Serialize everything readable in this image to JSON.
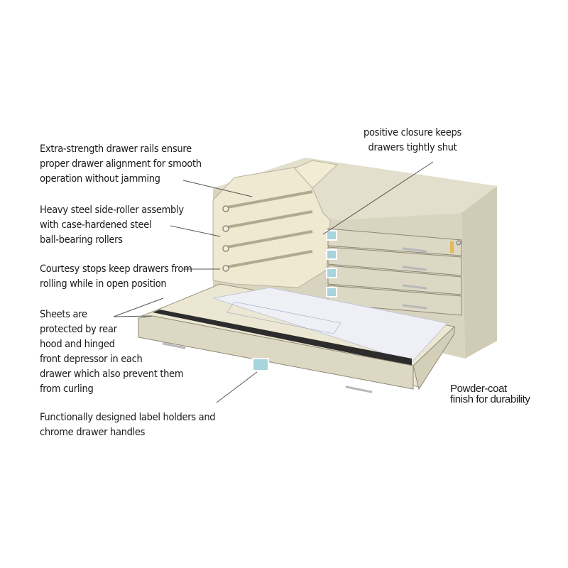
{
  "image": {
    "subject": "flat file drawer cabinet with cutaway view",
    "colors": {
      "cabinet_body": "#dcd8c4",
      "cabinet_top": "#e2dfcd",
      "cabinet_side": "#cfcbb6",
      "label_holder": "#a8d4de",
      "depressor_bar": "#2c2c2c",
      "callout_line": "#555555",
      "text": "#1a1a1a",
      "background": "#ffffff"
    }
  },
  "callouts": [
    {
      "id": "rails",
      "text": "Extra-strength drawer rails ensure\nproper drawer alignment for smooth\noperation without jamming"
    },
    {
      "id": "closure",
      "text": "positive closure keeps\ndrawers tightly shut"
    },
    {
      "id": "rollers",
      "text": "Heavy steel side-roller assembly\nwith case-hardened steel\nball-bearing rollers"
    },
    {
      "id": "stops",
      "text": "Courtesy stops keep drawers from\nrolling while in open position"
    },
    {
      "id": "sheets",
      "text": "Sheets are\nprotected by rear\nhood and hinged\nfront depressor in each\ndrawer which also prevent them\nfrom curling"
    },
    {
      "id": "labels",
      "text": "Functionally designed label holders and\nchrome drawer handles"
    },
    {
      "id": "finish",
      "text": "Powder-coat\nfinish for durability"
    }
  ]
}
